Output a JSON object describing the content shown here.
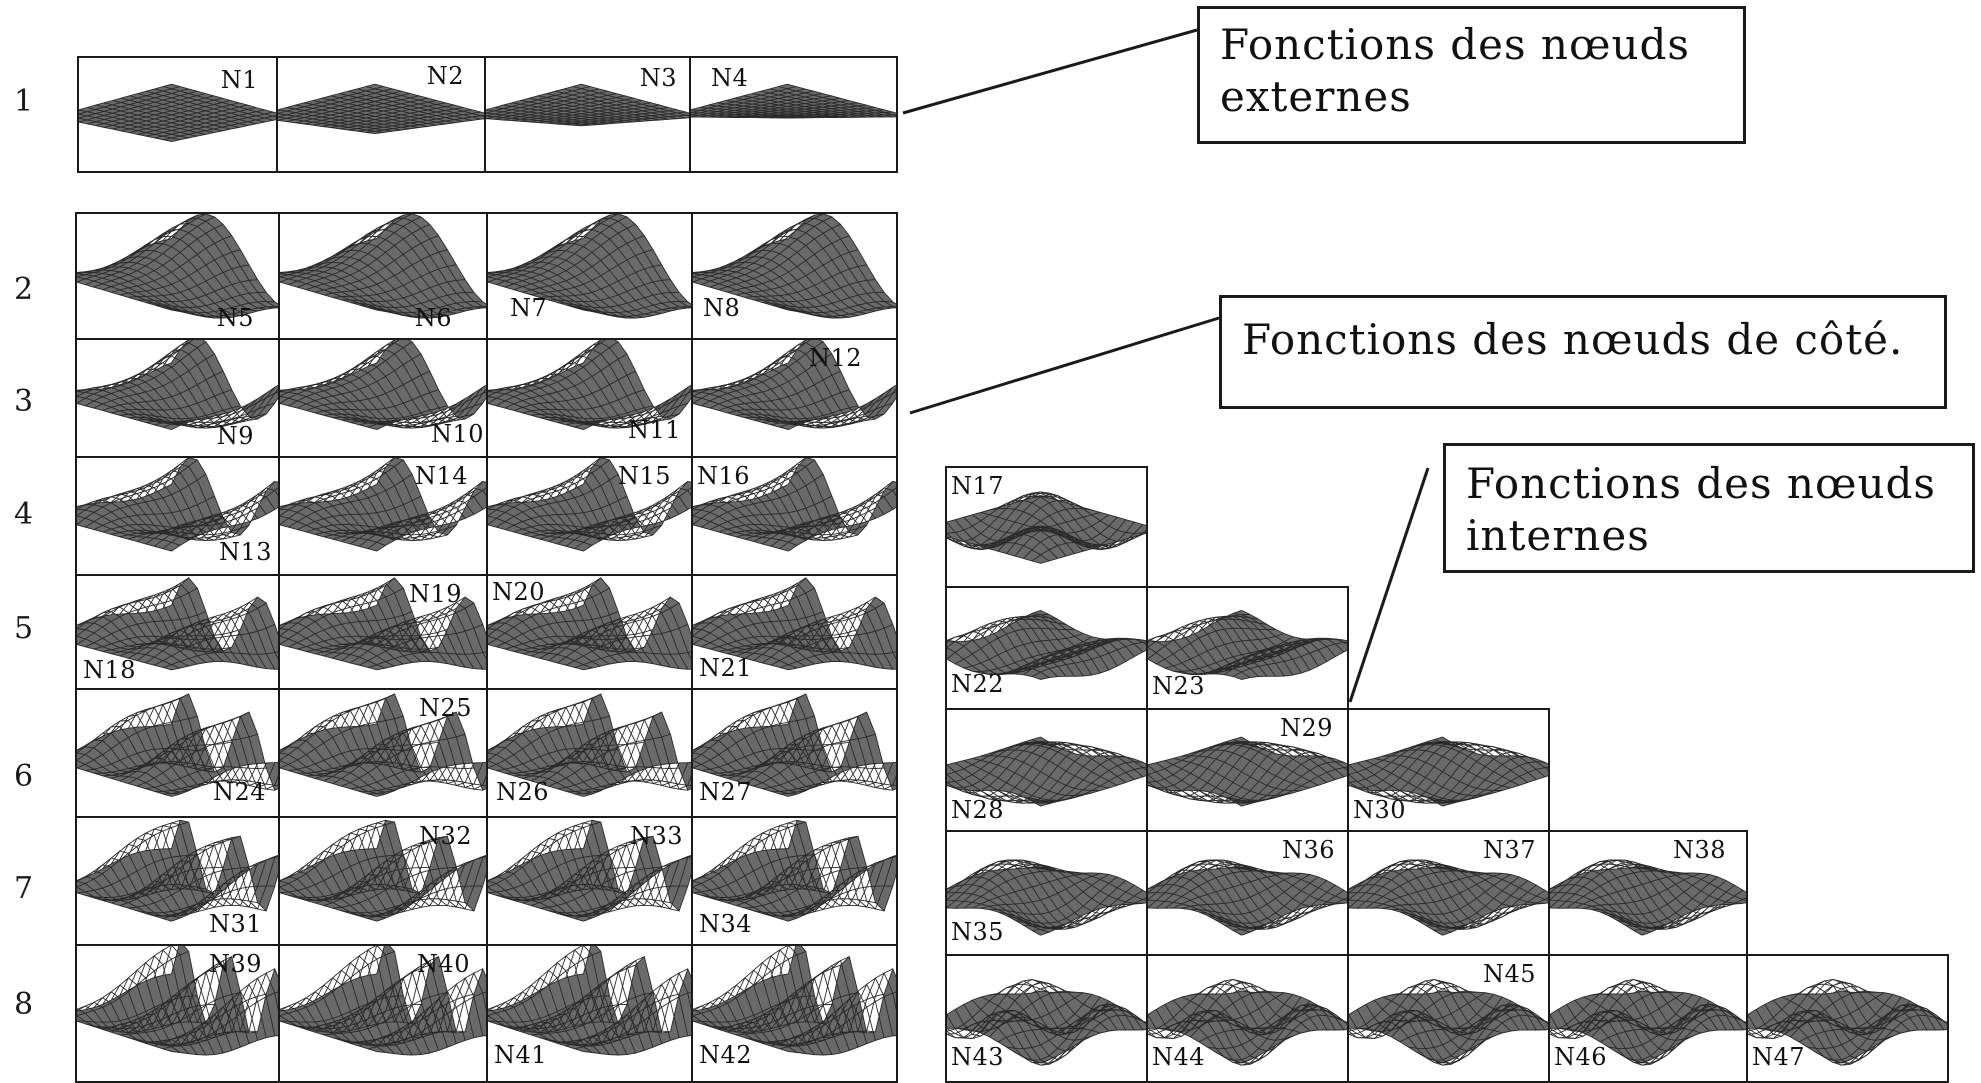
{
  "row_labels": [
    "1",
    "2",
    "3",
    "4",
    "5",
    "6",
    "7",
    "8"
  ],
  "callouts": {
    "externes": "Fonctions des nœuds externes",
    "cote": "Fonctions des nœuds de côté.",
    "internes": "Fonctions des nœuds internes"
  },
  "nodes": [
    {
      "label": "N1",
      "shape": "flat-tri"
    },
    {
      "label": "N2",
      "shape": "flat-quad"
    },
    {
      "label": "N3",
      "shape": "flat-thin"
    },
    {
      "label": "N4",
      "shape": "flat-wedge"
    },
    {
      "label": "N5",
      "shape": "edge-1"
    },
    {
      "label": "N6",
      "shape": "edge-1"
    },
    {
      "label": "N7",
      "shape": "edge-1"
    },
    {
      "label": "N8",
      "shape": "edge-1"
    },
    {
      "label": "N9",
      "shape": "edge-2"
    },
    {
      "label": "N10",
      "shape": "edge-2"
    },
    {
      "label": "N11",
      "shape": "edge-2"
    },
    {
      "label": "N12",
      "shape": "edge-2"
    },
    {
      "label": "N13",
      "shape": "edge-3"
    },
    {
      "label": "N14",
      "shape": "edge-3"
    },
    {
      "label": "N15",
      "shape": "edge-3"
    },
    {
      "label": "N16",
      "shape": "edge-3"
    },
    {
      "label": "N17",
      "shape": "bump-1"
    },
    {
      "label": "N18",
      "shape": "edge-4"
    },
    {
      "label": "N19",
      "shape": "edge-4"
    },
    {
      "label": "N20",
      "shape": "edge-4"
    },
    {
      "label": "N21",
      "shape": "edge-4"
    },
    {
      "label": "N22",
      "shape": "bump-2"
    },
    {
      "label": "N23",
      "shape": "bump-2"
    },
    {
      "label": "N24",
      "shape": "edge-5"
    },
    {
      "label": "N25",
      "shape": "edge-5"
    },
    {
      "label": "N26",
      "shape": "edge-5"
    },
    {
      "label": "N27",
      "shape": "edge-5"
    },
    {
      "label": "N28",
      "shape": "bump-3"
    },
    {
      "label": "N29",
      "shape": "bump-3"
    },
    {
      "label": "N30",
      "shape": "bump-3"
    },
    {
      "label": "N31",
      "shape": "edge-6"
    },
    {
      "label": "N32",
      "shape": "edge-6"
    },
    {
      "label": "N33",
      "shape": "edge-6"
    },
    {
      "label": "N34",
      "shape": "edge-6"
    },
    {
      "label": "N35",
      "shape": "bump-4"
    },
    {
      "label": "N36",
      "shape": "bump-4"
    },
    {
      "label": "N37",
      "shape": "bump-4"
    },
    {
      "label": "N38",
      "shape": "bump-4"
    },
    {
      "label": "N39",
      "shape": "edge-7"
    },
    {
      "label": "N40",
      "shape": "edge-7"
    },
    {
      "label": "N41",
      "shape": "edge-7"
    },
    {
      "label": "N42",
      "shape": "edge-7"
    },
    {
      "label": "N43",
      "shape": "bump-5"
    },
    {
      "label": "N44",
      "shape": "bump-5"
    },
    {
      "label": "N45",
      "shape": "bump-5"
    },
    {
      "label": "N46",
      "shape": "bump-5"
    },
    {
      "label": "N47",
      "shape": "bump-5"
    }
  ]
}
